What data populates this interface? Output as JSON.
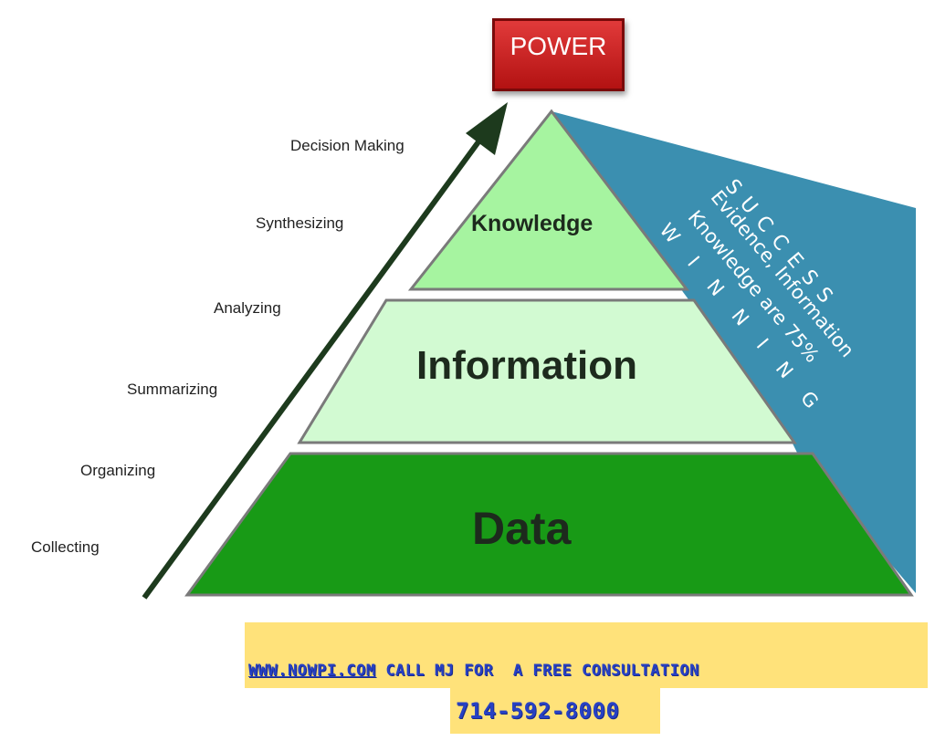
{
  "peak": {
    "label": "POWER"
  },
  "process_steps": [
    "Decision Making",
    "Synthesizing",
    "Analyzing",
    "Summarizing",
    "Organizing",
    "Collecting"
  ],
  "layers": {
    "knowledge": "Knowledge",
    "information": "Information",
    "data": "Data"
  },
  "side_band": {
    "success": "S U C C E S S",
    "line1": "Evidence, Information",
    "line2": "Knowledge are 75%",
    "winning": "W I N N I N G"
  },
  "footer": {
    "website": "WWW.NOWPI.COM",
    "cta": "CALL MJ FOR  A FREE CONSULTATION",
    "phone": "714-592-8000"
  },
  "colors": {
    "knowledge_fill": "#a6f4a0",
    "information_fill": "#d2fad2",
    "data_fill": "#189a16",
    "side_band": "#3b8fb0",
    "power_box": "#cc2222",
    "footer_bg": "#ffe27a",
    "footer_text": "#2741c4"
  }
}
